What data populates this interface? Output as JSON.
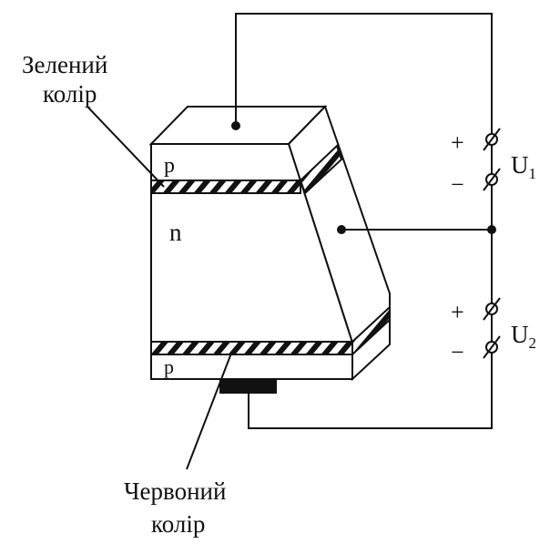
{
  "labels": {
    "green_line1": "Зелений",
    "green_line2": "колір",
    "red_line1": "Червоний",
    "red_line2": "колір",
    "layer_p_top": "p",
    "layer_n": "n",
    "layer_p_bottom": "p",
    "u1": "U",
    "u1_sub": "1",
    "u2": "U",
    "u2_sub": "2",
    "plus": "+",
    "minus": "−"
  }
}
